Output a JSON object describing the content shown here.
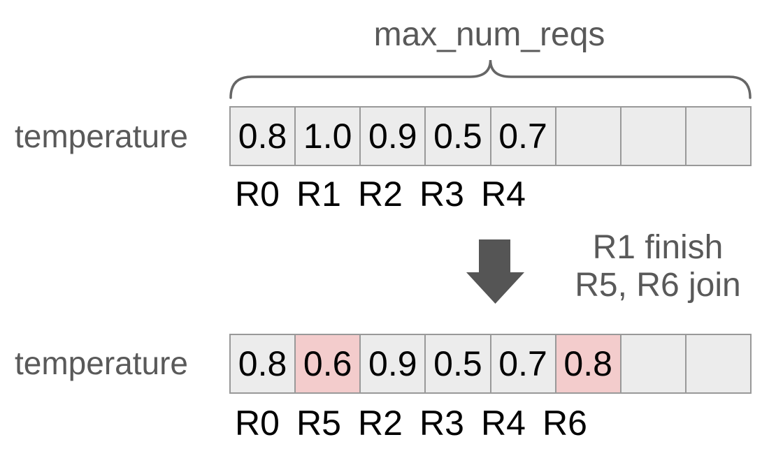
{
  "brace_label": "max_num_reqs",
  "before": {
    "row_label": "temperature",
    "cells": [
      "0.8",
      "1.0",
      "0.9",
      "0.5",
      "0.7",
      "",
      "",
      ""
    ],
    "highlights": [],
    "request_labels": [
      "R0",
      "R1",
      "R2",
      "R3",
      "R4"
    ]
  },
  "after": {
    "row_label": "temperature",
    "cells": [
      "0.8",
      "0.6",
      "0.9",
      "0.5",
      "0.7",
      "0.8",
      "",
      ""
    ],
    "highlights": [
      1,
      5
    ],
    "request_labels": [
      "R0",
      "R5",
      "R2",
      "R3",
      "R4",
      "R6"
    ]
  },
  "transition": {
    "caption_line1": "R1 finish",
    "caption_line2": "R5, R6 join"
  },
  "colors": {
    "cell_fill": "#ececec",
    "cell_highlight_fill": "#f3cccc",
    "cell_border": "#999999",
    "muted_text": "#595959",
    "arrow_fill": "#555555",
    "brace_stroke": "#666666",
    "value_text": "#000000",
    "canvas_bg": "#ffffff"
  }
}
